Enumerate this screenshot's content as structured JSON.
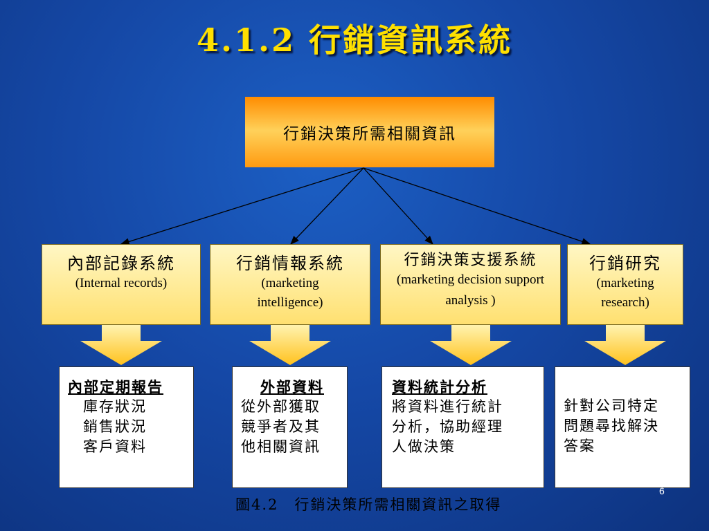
{
  "slide": {
    "title": "4.1.2 行銷資訊系統",
    "top_box": "行銷決策所需相關資訊",
    "systems": [
      {
        "zh": "內部記錄系統",
        "en": "(Internal records)"
      },
      {
        "zh": "行銷情報系統",
        "en": "(marketing intelligence)"
      },
      {
        "zh": "行銷決策支援系統",
        "en": "(marketing decision support analysis )"
      },
      {
        "zh": "行銷研究",
        "en": "(marketing research)"
      }
    ],
    "outputs": [
      {
        "head": "內部定期報告",
        "lines": [
          "庫存狀況",
          "銷售狀況",
          "客戶資料"
        ]
      },
      {
        "head": "外部資料",
        "lines": [
          "從外部獲取",
          "競爭者及其",
          "他相關資訊"
        ]
      },
      {
        "head": "資料統計分析",
        "lines": [
          "將資料進行統計",
          "分析，協助經理",
          "人做決策"
        ]
      },
      {
        "head": "",
        "lines": [
          "針對公司特定",
          "問題尋找解決",
          "答案"
        ]
      }
    ],
    "caption": "圖4.2　行銷決策所需相關資訊之取得",
    "page_number": "6"
  },
  "colors": {
    "background": "#1548a6",
    "title": "#ffe000",
    "top_box": "#ffb030",
    "system_box": "#ffec8a",
    "arrow": "#ffd24a"
  }
}
